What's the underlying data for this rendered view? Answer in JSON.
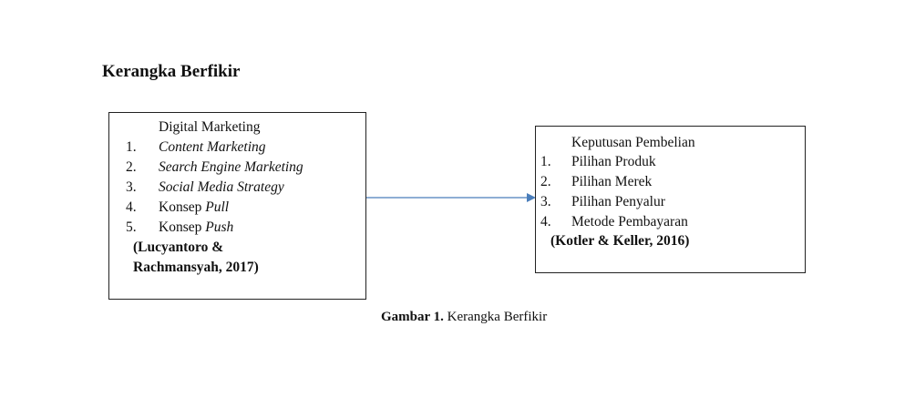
{
  "heading": "Kerangka Berfikir",
  "left_box": {
    "title": "Digital Marketing",
    "items": [
      {
        "num": "1.",
        "text": "Content Marketing",
        "italic": "Content Marketing"
      },
      {
        "num": "2.",
        "text": "Search Engine Marketing"
      },
      {
        "num": "3.",
        "text": "Social Media Strategy"
      },
      {
        "num": "4.",
        "prefix": "Konsep",
        "italic": "Pull"
      },
      {
        "num": "5.",
        "prefix": "Konsep",
        "italic": "Push"
      }
    ],
    "citation_line1": "(Lucyantoro &",
    "citation_line2": "Rachmansyah, 2017)"
  },
  "right_box": {
    "title": "Keputusan Pembelian",
    "items": [
      {
        "num": "1.",
        "text": "Pilihan Produk"
      },
      {
        "num": "2.",
        "text": "Pilihan Merek"
      },
      {
        "num": "3.",
        "text": "Pilihan Penyalur"
      },
      {
        "num": "4.",
        "text": "Metode Pembayaran"
      }
    ],
    "citation": "(Kotler & Keller, 2016)"
  },
  "caption": {
    "label": "Gambar 1.",
    "text": " Kerangka Berfikir"
  },
  "colors": {
    "arrow": "#4a7ebb"
  }
}
